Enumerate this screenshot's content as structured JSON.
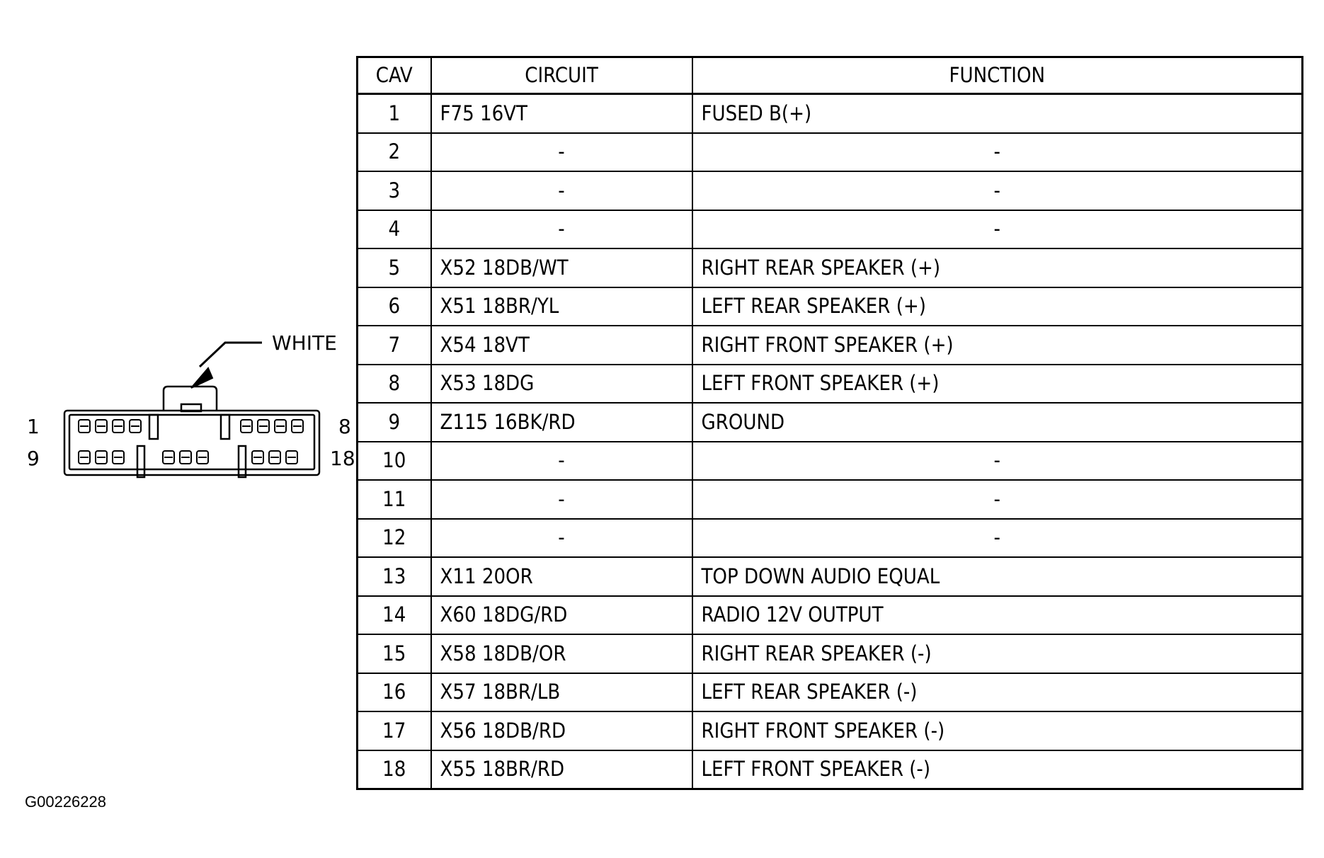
{
  "connector": {
    "color_label": "WHITE",
    "pin_labels": {
      "top_left": "1",
      "top_right": "8",
      "bottom_left": "9",
      "bottom_right": "18"
    }
  },
  "table": {
    "headers": {
      "cav": "CAV",
      "circuit": "CIRCUIT",
      "function": "FUNCTION"
    },
    "rows": [
      {
        "cav": "1",
        "circuit": "F75 16VT",
        "function": "FUSED B(+)"
      },
      {
        "cav": "2",
        "circuit": "-",
        "function": "-"
      },
      {
        "cav": "3",
        "circuit": "-",
        "function": "-"
      },
      {
        "cav": "4",
        "circuit": "-",
        "function": "-"
      },
      {
        "cav": "5",
        "circuit": "X52 18DB/WT",
        "function": "RIGHT REAR SPEAKER (+)"
      },
      {
        "cav": "6",
        "circuit": "X51 18BR/YL",
        "function": "LEFT REAR SPEAKER (+)"
      },
      {
        "cav": "7",
        "circuit": "X54 18VT",
        "function": "RIGHT FRONT SPEAKER (+)"
      },
      {
        "cav": "8",
        "circuit": "X53 18DG",
        "function": "LEFT FRONT SPEAKER (+)"
      },
      {
        "cav": "9",
        "circuit": "Z115 16BK/RD",
        "function": "GROUND"
      },
      {
        "cav": "10",
        "circuit": "-",
        "function": "-"
      },
      {
        "cav": "11",
        "circuit": "-",
        "function": "-"
      },
      {
        "cav": "12",
        "circuit": "-",
        "function": "-"
      },
      {
        "cav": "13",
        "circuit": "X11 20OR",
        "function": "TOP DOWN AUDIO EQUAL"
      },
      {
        "cav": "14",
        "circuit": "X60 18DG/RD",
        "function": "RADIO 12V OUTPUT"
      },
      {
        "cav": "15",
        "circuit": "X58 18DB/OR",
        "function": "RIGHT REAR SPEAKER (-)"
      },
      {
        "cav": "16",
        "circuit": "X57 18BR/LB",
        "function": "LEFT REAR SPEAKER (-)"
      },
      {
        "cav": "17",
        "circuit": "X56 18DB/RD",
        "function": "RIGHT FRONT SPEAKER (-)"
      },
      {
        "cav": "18",
        "circuit": "X55 18BR/RD",
        "function": "LEFT FRONT SPEAKER (-)"
      }
    ]
  },
  "figure_id": "G00226228"
}
